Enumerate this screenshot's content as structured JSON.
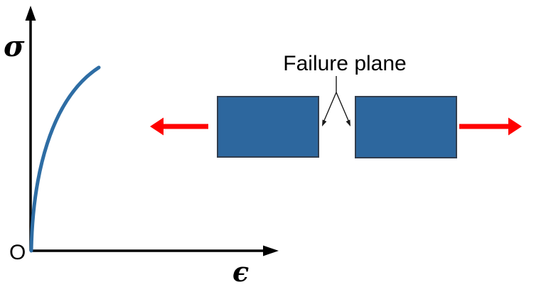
{
  "labels": {
    "y_axis": "σ",
    "x_axis": "ϵ",
    "origin": "O",
    "failure_plane": "Failure plane"
  },
  "colors": {
    "curve_blue": "#2e6da4",
    "block_fill": "#2d679e",
    "block_border": "#323e4f",
    "tension_arrow_red": "#ff0000",
    "axis_black": "#000000",
    "background": "#ffffff"
  },
  "chart_data": {
    "type": "line",
    "title": "",
    "xlabel": "ϵ",
    "ylabel": "σ",
    "origin_label": "O",
    "grid": false,
    "legend": false,
    "axis_ticks": "none (qualitative sketch, unlabeled axes)",
    "xlim_norm": [
      0,
      1
    ],
    "ylim_norm": [
      0,
      1
    ],
    "series": [
      {
        "name": "stress-strain curve",
        "x_norm": [
          0,
          0.04,
          0.09,
          0.16,
          0.27,
          0.42,
          0.65,
          1.0
        ],
        "y_norm": [
          0,
          0.28,
          0.5,
          0.66,
          0.78,
          0.87,
          0.94,
          1.0
        ]
      }
    ]
  }
}
